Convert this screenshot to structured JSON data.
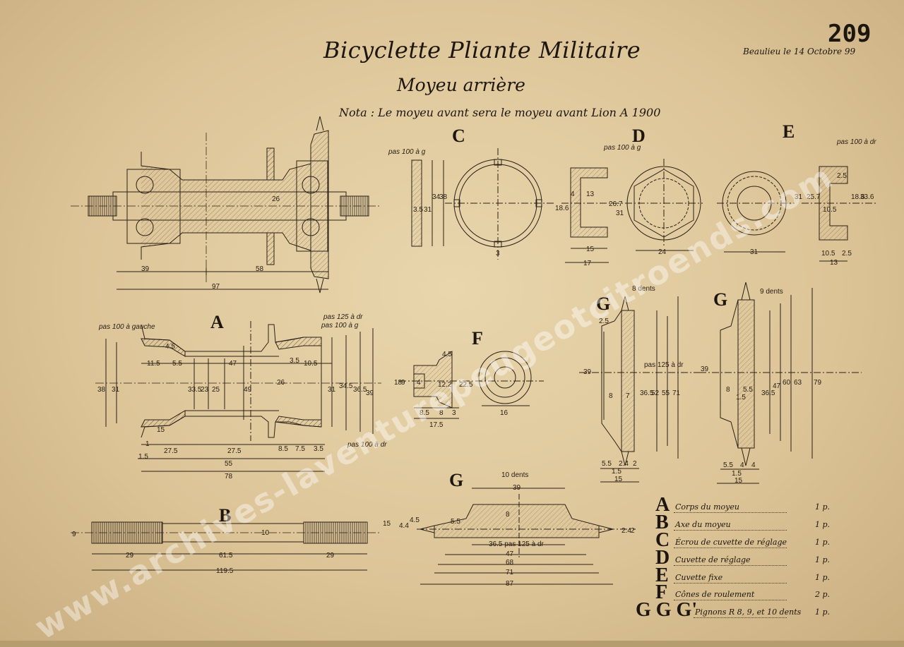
{
  "header": {
    "title": "Bicyclette Pliante Militaire",
    "subtitle": "Moyeu arrière",
    "nota": "Nota : Le moyeu avant sera le moyeu avant Lion A 1900",
    "date": "Beaulieu le 14 Octobre 99",
    "sheet_number": "209"
  },
  "views": {
    "A": "A",
    "B": "B",
    "C": "C",
    "D": "D",
    "E": "E",
    "F": "F",
    "G1": "G",
    "G2": "G",
    "G3": "G"
  },
  "annotations": {
    "g8": "8 dents",
    "g9": "9 dents",
    "g10": "10 dents",
    "pas100_gauche": "pas 100 à gauche",
    "pas125_d": "pas 125 à dr",
    "pas100_g": "pas 100 à g",
    "pas100_d": "pas 100 à dr",
    "pas100_c": "pas 100 à g",
    "pas100_dd": "pas 100 à g",
    "pas100_e": "pas 100 à dr",
    "pas125_g": "pas 125 à dr"
  },
  "dimensions": {
    "top_39": "39",
    "top_58": "58",
    "top_97": "97",
    "top_26": "26",
    "c_35": "3.5",
    "c_31": "31",
    "c_34": "34",
    "c_38": "38",
    "c_3": "3",
    "d_4": "4",
    "d_13": "13",
    "d_186": "18.6",
    "d_267": "26.7",
    "d_31": "31",
    "d_15": "15",
    "d_17": "17",
    "d_24": "24",
    "e_31": "31",
    "e_257": "25.7",
    "e_186": "18.6",
    "e_336": "33.6",
    "e_105": "10.5",
    "e_25": "2.5",
    "e_13": "13",
    "e_31b": "31",
    "e_105b": "10.5",
    "e_25b": "2.5",
    "a_115": "11.5",
    "a_55": "5.5",
    "a_47": "47",
    "a_35": "3.5",
    "a_105": "10.5",
    "a_38": "38",
    "a_31": "31",
    "a_335": "33.5",
    "a_23": "23",
    "a_25": "25",
    "a_49": "49",
    "a_26": "26",
    "a_31r": "31",
    "a_345": "34.5",
    "a_365": "36.5",
    "a_39": "39",
    "a_15": "15",
    "a_275a": "27.5",
    "a_275b": "27.5",
    "a_85": "8.5",
    "a_75": "7.5",
    "a_35b": "3.5",
    "a_55b": "55",
    "a_78": "78",
    "a_15b": "1.5",
    "a_1b": "1",
    "a_45": "4.5",
    "b_9": "9",
    "b_10": "10",
    "b_615": "61.5",
    "b_29": "29",
    "b_1195": "119.5",
    "b_29l": "29",
    "f_18": "18",
    "f_9": "9",
    "f_4": "4",
    "f_85": "8.5",
    "f_8": "8",
    "f_3": "3",
    "f_175": "17.5",
    "f_122": "12.2",
    "f_225": "22.5",
    "f_45": "4.5",
    "f_16": "16",
    "g1_25": "2.5",
    "g1_39": "39",
    "g1_8": "8",
    "g1_7": "7",
    "g1_365": "36.5",
    "g1_pas": "pas 125 à dr",
    "g1_52": "52",
    "g1_55": "55",
    "g1_71": "71",
    "g1_55b": "5.5",
    "g1_24": "2.4",
    "g1_2": "2",
    "g1_15": "1.5",
    "g1_15b": "15",
    "g2_39": "39",
    "g2_8": "8",
    "g2_55": "5.5",
    "g2_15": "1.5",
    "g2_365": "36.5",
    "g2_47": "47",
    "g2_60": "60",
    "g2_63": "63",
    "g2_79": "79",
    "g2_55b": "5.5",
    "g2_4": "4",
    "g2_4b": "4",
    "g2_15b": "1.5",
    "g2_15c": "15",
    "g3_39": "39",
    "g3_8": "8",
    "g3_365": "36.5 pas 125 à dr",
    "g3_47": "47",
    "g3_68": "68",
    "g3_71": "71",
    "g3_87": "87",
    "g3_15": "15",
    "g3_44": "4.4",
    "g3_45": "4.5",
    "g3_55": "5.5",
    "g3_24": "2.4",
    "g3_2": "2"
  },
  "legend": [
    {
      "key": "A",
      "desc": "Corps du moyeu",
      "qty": "1 p."
    },
    {
      "key": "B",
      "desc": "Axe du moyeu",
      "qty": "1 p."
    },
    {
      "key": "C",
      "desc": "Écrou de cuvette de réglage",
      "qty": "1 p."
    },
    {
      "key": "D",
      "desc": "Cuvette de réglage",
      "qty": "1 p."
    },
    {
      "key": "E",
      "desc": "Cuvette fixe",
      "qty": "1 p."
    },
    {
      "key": "F",
      "desc": "Cônes de roulement",
      "qty": "2 p."
    },
    {
      "key": "G G G'",
      "desc": "Pignons R  8, 9, et 10 dents",
      "qty": "1 p."
    }
  ],
  "watermark": "www.archives-laventurepeugeotcitroends.com",
  "colors": {
    "paper": "#e2cda2",
    "ink": "#2a2016",
    "dim_line": "#5a4a35"
  }
}
